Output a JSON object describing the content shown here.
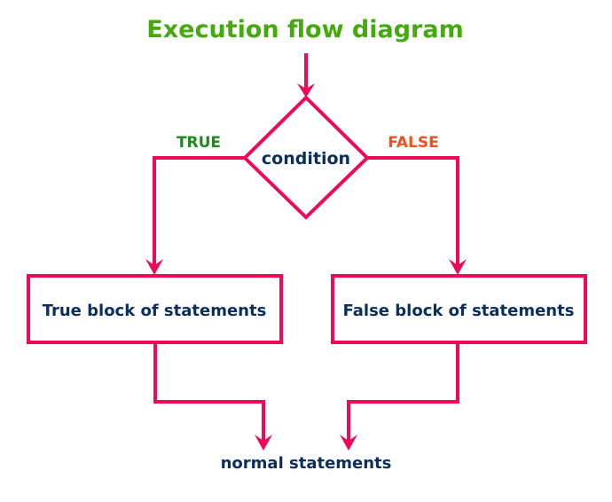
{
  "title": "Execution flow diagram",
  "nodes": {
    "condition": "condition",
    "true_block": "True block of statements",
    "false_block": "False block of statements",
    "normal": "normal statements"
  },
  "branches": {
    "true_label": "TRUE",
    "false_label": "FALSE"
  },
  "colors": {
    "title": "#44aa0e",
    "line": "#ef0a57",
    "text": "#0a2f5c",
    "true": "#1d8a1d",
    "false": "#f0501e"
  }
}
